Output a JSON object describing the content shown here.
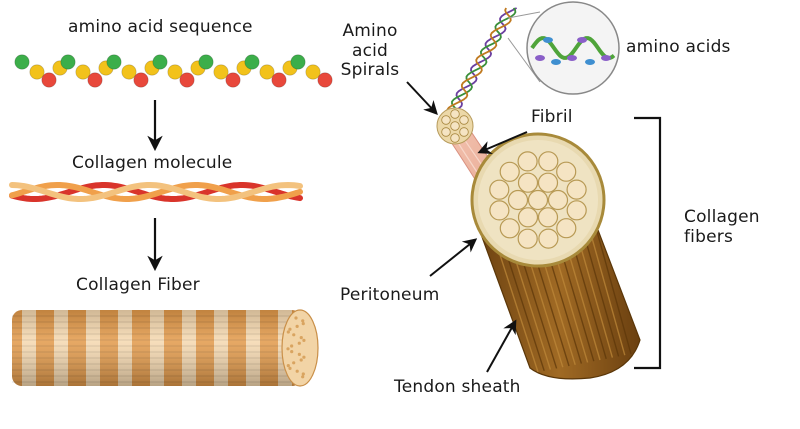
{
  "left_panel": {
    "step1_label": "amino acid sequence",
    "step2_label": "Collagen molecule",
    "step3_label": "Collagen Fiber"
  },
  "right_panel": {
    "amino_spirals_label": [
      "Amino",
      "acid",
      "Spirals"
    ],
    "amino_acids_label": "amino acids",
    "fibril_label": "Fibril",
    "collagen_fibers_label": [
      "Collagen",
      "fibers"
    ],
    "peritoneum_label": "Peritoneum",
    "tendon_sheath_label": "Tendon sheath"
  },
  "colors": {
    "amino_green": "#3cae4a",
    "amino_yellow": "#f2c21b",
    "amino_red": "#e8483b",
    "helix_red": "#d9342b",
    "helix_orange": "#f0a04b",
    "fiber_orange": "#e39a4a",
    "fiber_cream": "#f6d9b0",
    "tendon_brown": "#8b5a1e",
    "fibril_cream": "#f5e4c3",
    "sheath_olive": "#b7b24a"
  }
}
